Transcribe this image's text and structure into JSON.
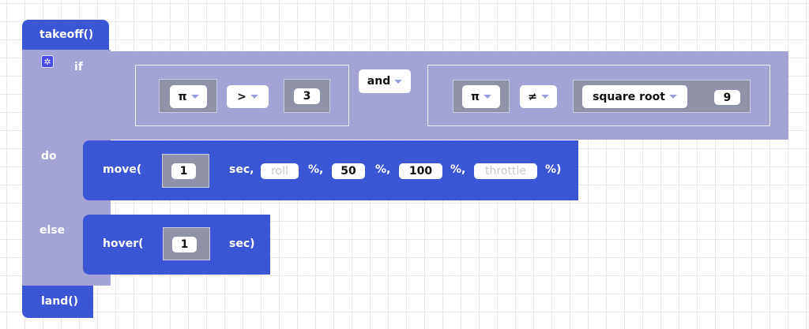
{
  "blocks": {
    "takeoff": "takeoff()",
    "if_label": "if",
    "do_label": "do",
    "else_label": "else",
    "land": "land()",
    "condition": {
      "left": {
        "operand": "π",
        "operator": ">",
        "value": "3"
      },
      "joiner": "and",
      "right": {
        "operand": "π",
        "operator": "≠",
        "function": "square root",
        "value": "9"
      }
    },
    "move": {
      "label": "move(",
      "duration": "1",
      "sec": "sec,",
      "roll_placeholder": "roll",
      "pct1": "%,",
      "pitch": "50",
      "pct2": "%,",
      "yaw": "100",
      "pct3": "%,",
      "throttle_placeholder": "throttle",
      "end": "%)"
    },
    "hover": {
      "label": "hover(",
      "duration": "1",
      "end": "sec)"
    }
  },
  "colors": {
    "command": "#3a56d4",
    "control": "#a3a3d5",
    "value": "#8f92a8"
  },
  "icons": {
    "mutator": "gear-icon"
  }
}
